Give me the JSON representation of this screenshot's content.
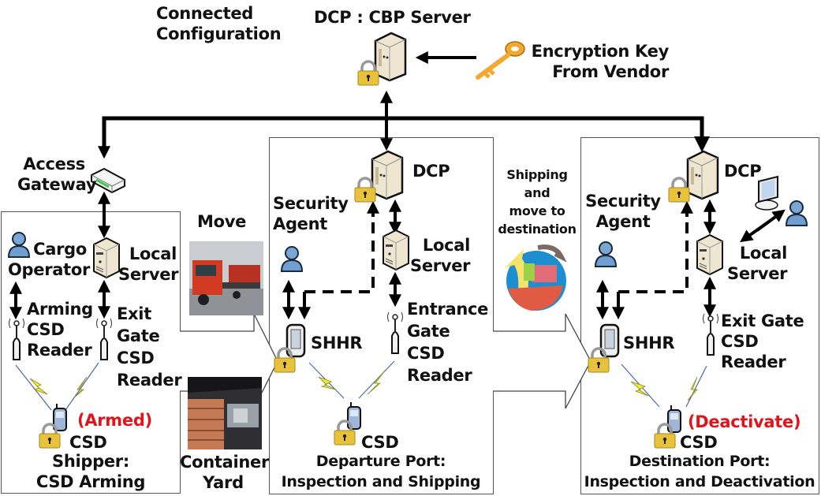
{
  "header": {
    "configuration_label": "Connected\nConfiguration",
    "cbp_server_label": "DCP : CBP Server",
    "encryption_key_label": "Encryption Key\nFrom Vendor"
  },
  "left_panel": {
    "access_gateway_label": "Access\nGateway",
    "cargo_operator_label": "Cargo\nOperator",
    "local_server_label": "Local\nServer",
    "arming_reader_label": "Arming\nCSD\nReader",
    "exit_gate_reader_label": "Exit\nGate\nCSD\nReader",
    "status_label": "(Armed)",
    "csd_label": "CSD",
    "caption": "Shipper:\nCSD Arming"
  },
  "transition_1": {
    "move_label": "Move",
    "container_yard_label": "Container\nYard"
  },
  "middle_panel": {
    "dcp_label": "DCP",
    "security_agent_label": "Security\nAgent",
    "local_server_label": "Local\nServer",
    "shhr_label": "SHHR",
    "entrance_reader_label": "Entrance\nGate\nCSD\nReader",
    "csd_label": "CSD",
    "caption": "Departure Port:\nInspection and Shipping"
  },
  "transition_2": {
    "shipping_label": "Shipping\nand\nmove to\ndestination"
  },
  "right_panel": {
    "dcp_label": "DCP",
    "security_agent_label": "Security\nAgent",
    "local_server_label": "Local\nServer",
    "shhr_label": "SHHR",
    "exit_reader_label": "Exit Gate\nCSD\nReader",
    "status_label": "(Deactivate)",
    "csd_label": "CSD",
    "caption": "Destination Port:\nInspection and Deactivation"
  },
  "colors": {
    "status_red": "#e0141a",
    "lock_gold": "#e8c23a",
    "person_blue": "#6f9fd0",
    "server_beige": "#efe6d2",
    "lightning_yellow": "#f2ee2a"
  }
}
